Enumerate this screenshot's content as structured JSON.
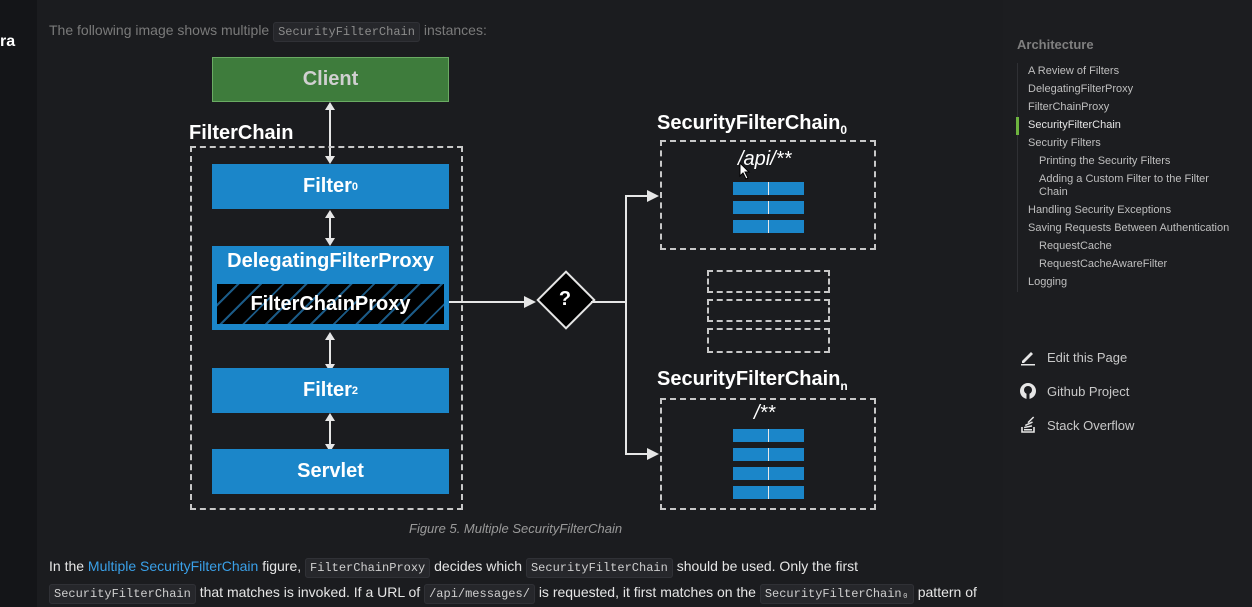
{
  "left_fragment": "ra",
  "intro": {
    "before": "The following image shows multiple",
    "code": "SecurityFilterChain",
    "after": "instances:"
  },
  "diagram": {
    "client": "Client",
    "filterchain_label": "FilterChain",
    "filter0": {
      "main": "Filter",
      "sub": "0"
    },
    "dfp": "DelegatingFilterProxy",
    "fcp": "FilterChainProxy",
    "filter2": {
      "main": "Filter",
      "sub": "2"
    },
    "servlet": "Servlet",
    "decision": "?",
    "sfc0": {
      "main": "SecurityFilterChain",
      "sub": "0",
      "pattern": "/api/**"
    },
    "sfcn": {
      "main": "SecurityFilterChain",
      "sub": "n",
      "pattern": "/**"
    }
  },
  "caption": "Figure 5. Multiple SecurityFilterChain",
  "paragraph": {
    "l1_a": "In the",
    "l1_link": "Multiple SecurityFilterChain",
    "l1_b": "figure,",
    "l1_code1": "FilterChainProxy",
    "l1_c": "decides which",
    "l1_code2": "SecurityFilterChain",
    "l1_d": "should be used. Only the first",
    "l2_code1": "SecurityFilterChain",
    "l2_a": "that matches is invoked. If a URL of",
    "l2_code2": "/api/messages/",
    "l2_b": "is requested, it first matches on the",
    "l2_code3": "SecurityFilterChain₀",
    "l2_c": "pattern of"
  },
  "toc": {
    "title": "Architecture",
    "items": [
      {
        "label": "A Review of Filters",
        "level": 1
      },
      {
        "label": "DelegatingFilterProxy",
        "level": 1
      },
      {
        "label": "FilterChainProxy",
        "level": 1
      },
      {
        "label": "SecurityFilterChain",
        "level": 1,
        "active": true
      },
      {
        "label": "Security Filters",
        "level": 1
      },
      {
        "label": "Printing the Security Filters",
        "level": 2
      },
      {
        "label": "Adding a Custom Filter to the Filter Chain",
        "level": 2
      },
      {
        "label": "Handling Security Exceptions",
        "level": 1
      },
      {
        "label": "Saving Requests Between Authentication",
        "level": 1
      },
      {
        "label": "RequestCache",
        "level": 2
      },
      {
        "label": "RequestCacheAwareFilter",
        "level": 2
      },
      {
        "label": "Logging",
        "level": 1
      }
    ],
    "edit": "Edit this Page",
    "github": "Github Project",
    "stack": "Stack Overflow"
  },
  "colors": {
    "blue": "#1b86c9",
    "green": "#3e7c3c",
    "accent": "#6db33f",
    "link": "#3aa0e8"
  }
}
